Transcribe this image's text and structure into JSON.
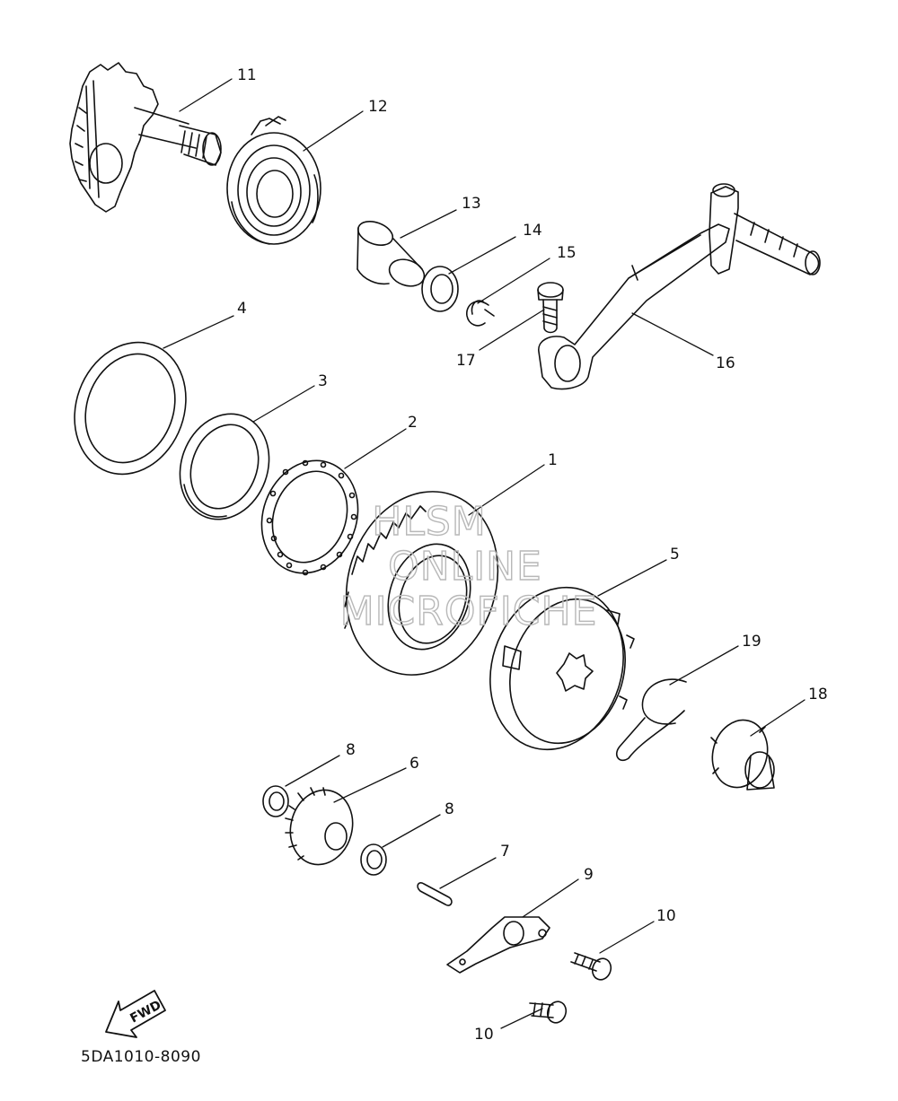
{
  "diagram_code": "5DA1010-8090",
  "fwd_label": "FWD",
  "watermark": [
    "HLSM",
    "ONLINE",
    "MICROFICHE"
  ],
  "callouts": {
    "c1": "1",
    "c2": "2",
    "c3": "3",
    "c4": "4",
    "c5": "5",
    "c6": "6",
    "c7": "7",
    "c8a": "8",
    "c8b": "8",
    "c9": "9",
    "c10a": "10",
    "c10b": "10",
    "c11": "11",
    "c12": "12",
    "c13": "13",
    "c14": "14",
    "c15": "15",
    "c16": "16",
    "c17": "17",
    "c18": "18",
    "c19": "19"
  }
}
